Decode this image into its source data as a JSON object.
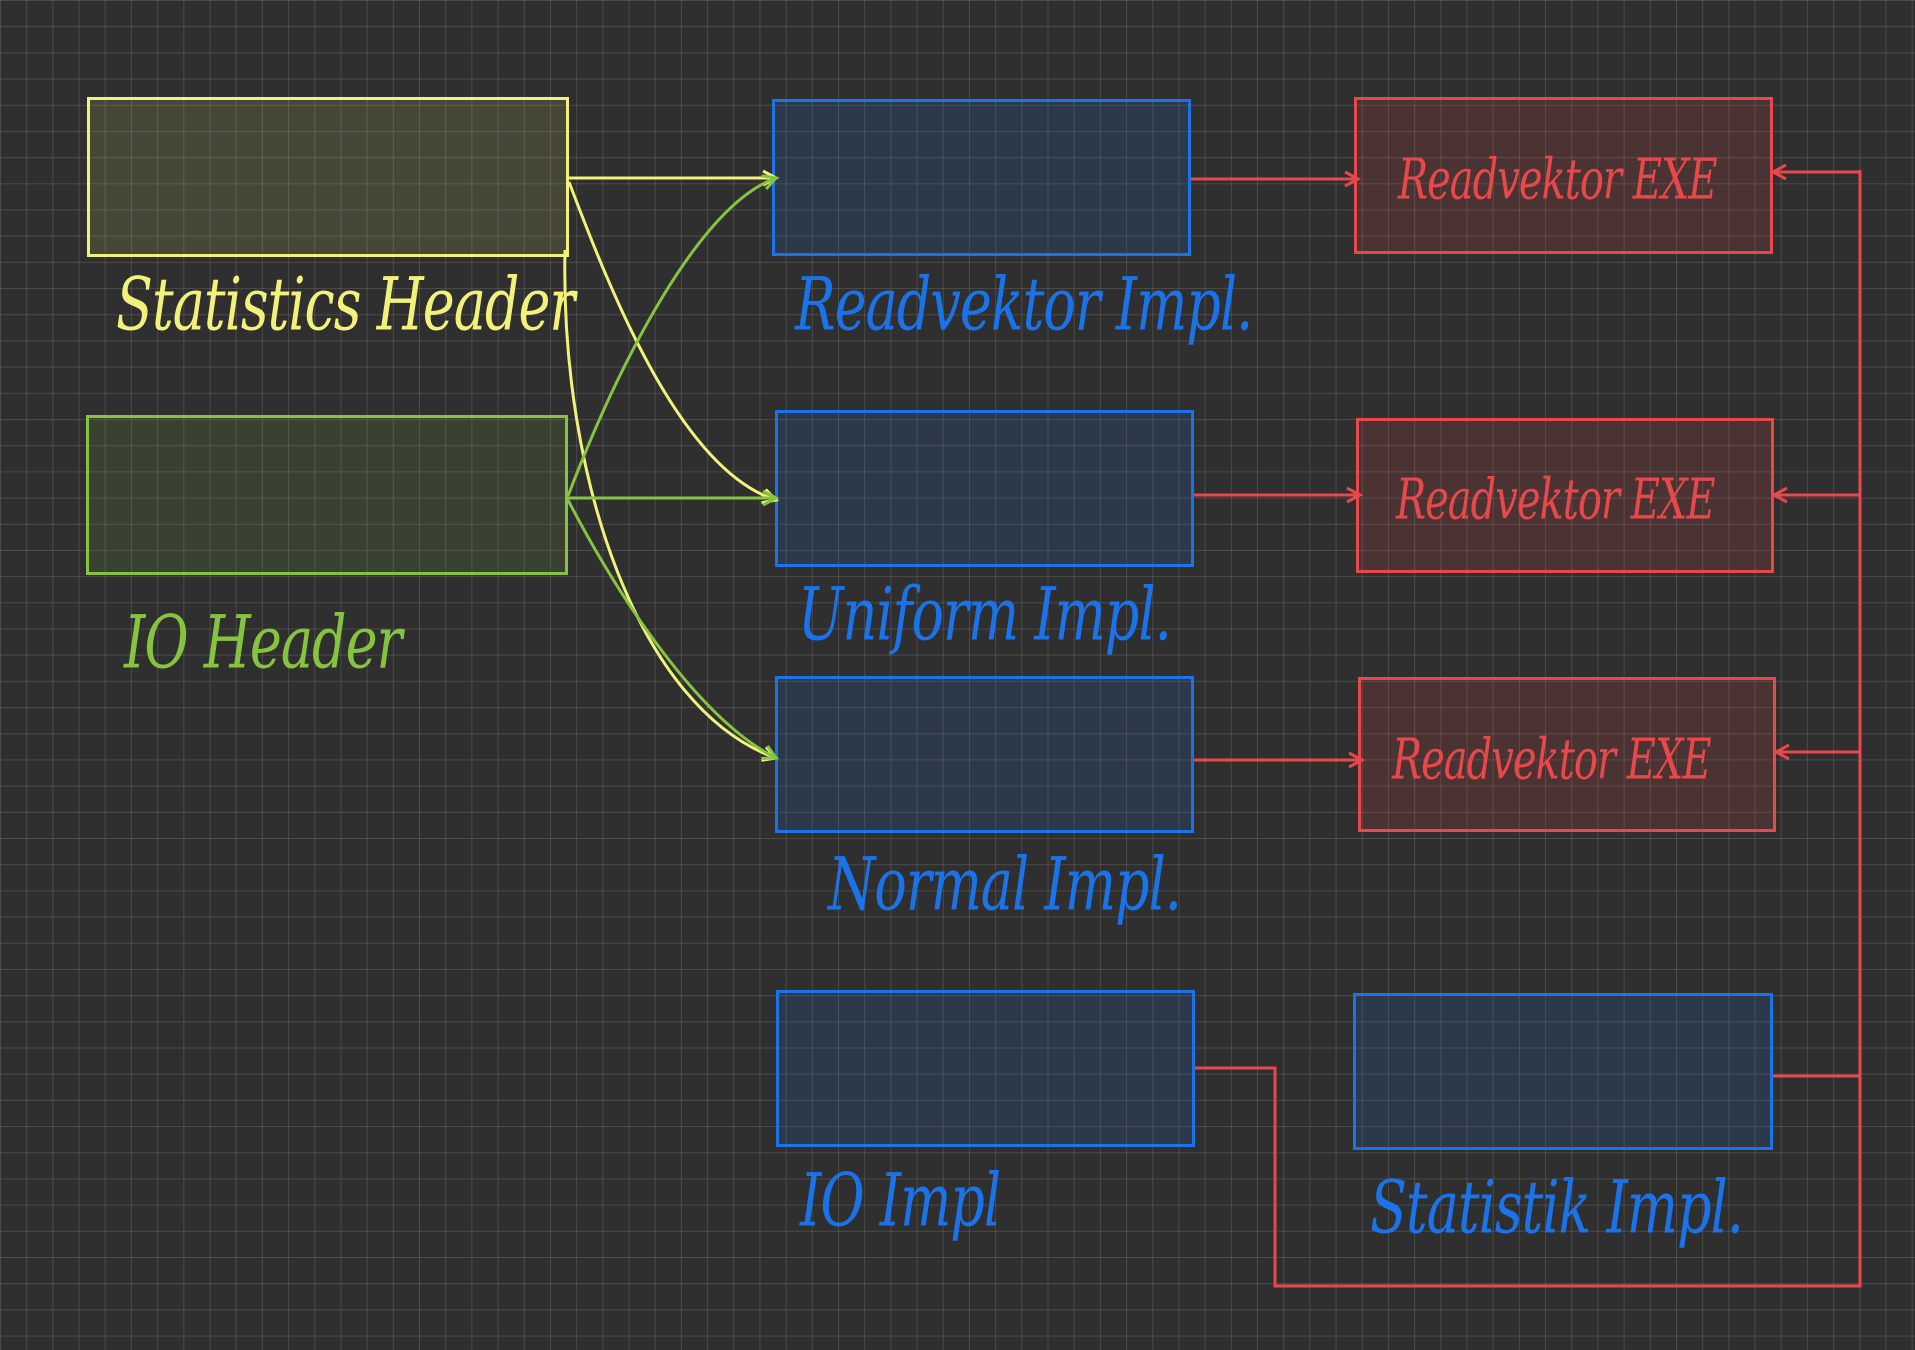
{
  "labels": {
    "statistics_header": "Statistics Header",
    "io_header": "IO Header",
    "readvektor_impl": "Readvektor Impl.",
    "uniform_impl": "Uniform Impl.",
    "normal_impl": "Normal Impl.",
    "io_impl": "IO Impl",
    "statistik_impl": "Statistik Impl.",
    "exe_1": "Readvektor EXE",
    "exe_2": "Readvektor EXE",
    "exe_3": "Readvektor EXE"
  },
  "colors": {
    "background": "#2f2f2f",
    "header_yellow": "#f2f27a",
    "header_green": "#86c440",
    "impl_blue": "#1a73e8",
    "exe_red": "#e8484a"
  }
}
